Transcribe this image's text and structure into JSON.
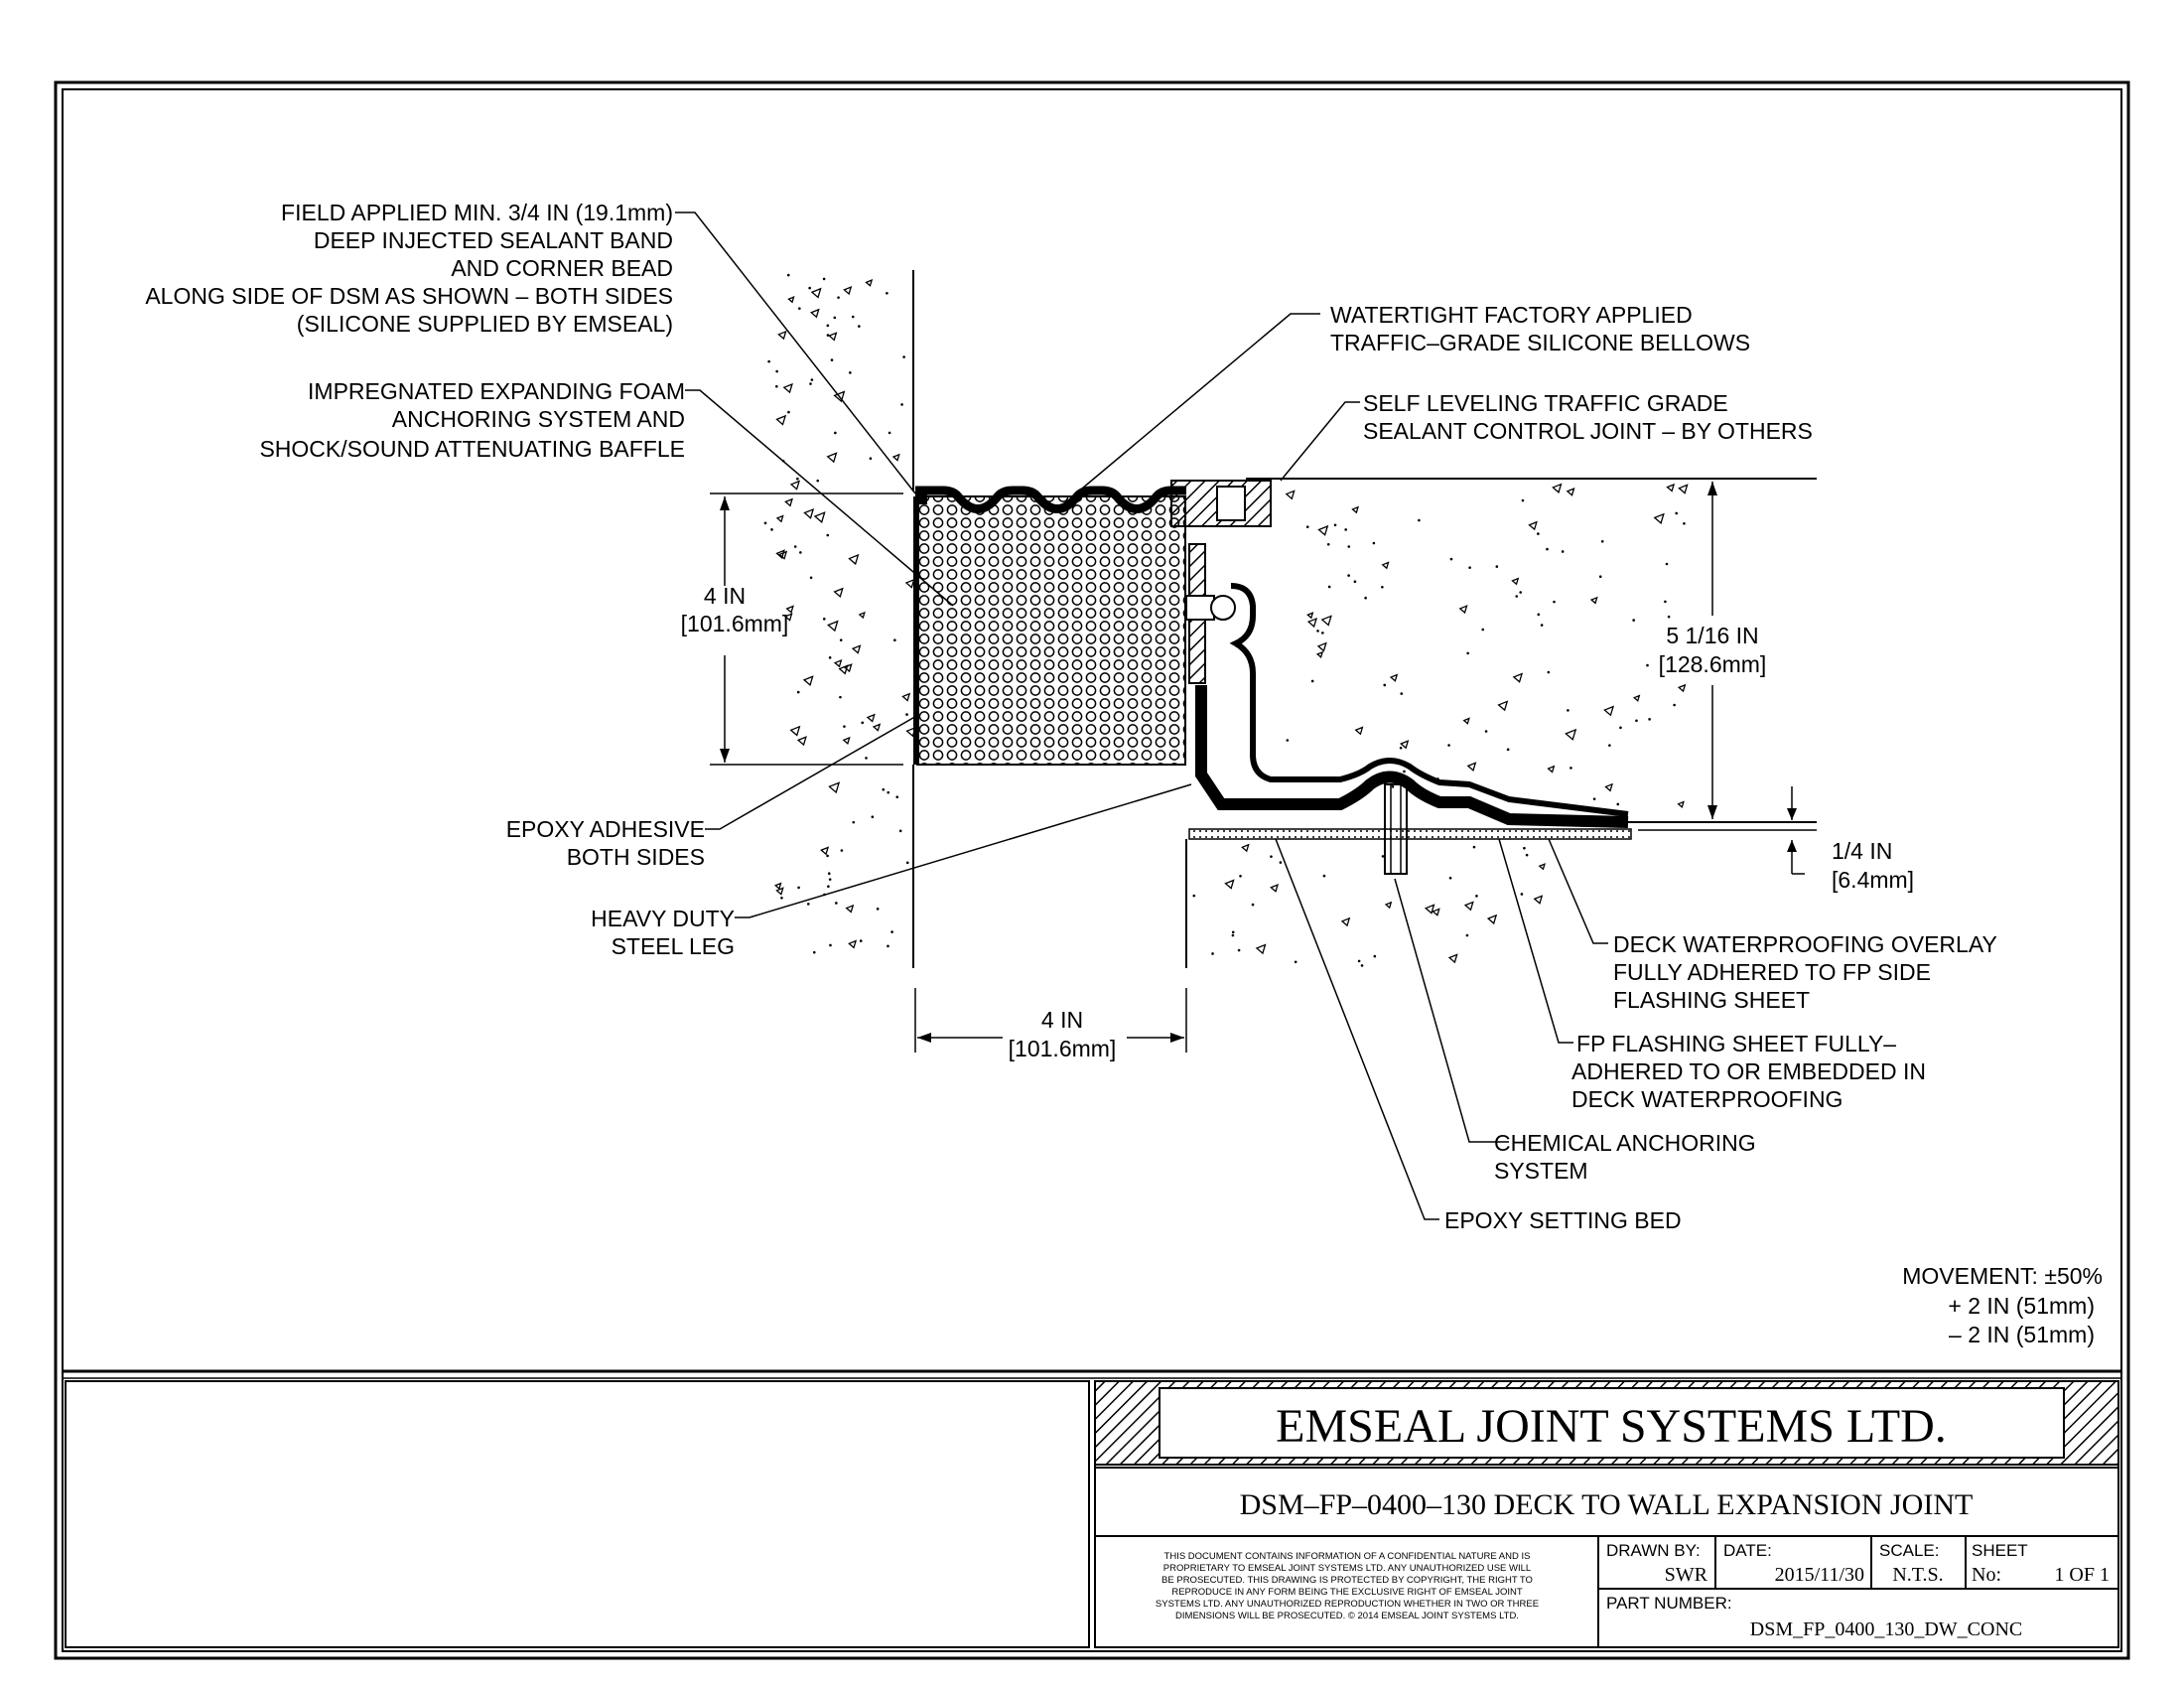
{
  "callouts": {
    "field_applied": [
      "FIELD APPLIED MIN. 3/4 IN (19.1mm)",
      "DEEP INJECTED SEALANT BAND",
      "AND CORNER BEAD",
      "ALONG SIDE OF DSM AS SHOWN – BOTH SIDES",
      "(SILICONE SUPPLIED BY EMSEAL)"
    ],
    "impregnated_foam": [
      "IMPREGNATED EXPANDING FOAM",
      "ANCHORING SYSTEM AND",
      "SHOCK/SOUND ATTENUATING BAFFLE"
    ],
    "epoxy_adhesive": [
      "EPOXY ADHESIVE",
      "BOTH SIDES"
    ],
    "heavy_duty_leg": [
      "HEAVY DUTY",
      "STEEL LEG"
    ],
    "watertight_bellows": [
      "WATERTIGHT FACTORY APPLIED",
      "TRAFFIC–GRADE SILICONE BELLOWS"
    ],
    "self_leveling": [
      "SELF LEVELING TRAFFIC GRADE",
      "SEALANT CONTROL JOINT – BY OTHERS"
    ],
    "deck_waterproofing": [
      "DECK WATERPROOFING OVERLAY",
      "FULLY ADHERED TO FP SIDE",
      "FLASHING SHEET"
    ],
    "fp_flashing": [
      "FP FLASHING SHEET FULLY–",
      "ADHERED TO OR EMBEDDED IN",
      "DECK WATERPROOFING"
    ],
    "chemical_anchoring": [
      "CHEMICAL ANCHORING",
      "SYSTEM"
    ],
    "epoxy_setting_bed": [
      "EPOXY SETTING BED"
    ]
  },
  "dimensions": {
    "depth_left": [
      "4 IN",
      "[101.6mm]"
    ],
    "width_bottom": [
      "4 IN",
      "[101.6mm]"
    ],
    "depth_right": [
      "5 1/16 IN",
      "[128.6mm]"
    ],
    "overlay": [
      "1/4 IN",
      "[6.4mm]"
    ]
  },
  "movement": [
    "MOVEMENT: ±50%",
    "+ 2 IN (51mm)",
    "– 2 IN (51mm)"
  ],
  "title_block": {
    "company": "EMSEAL JOINT SYSTEMS LTD.",
    "drawing_title": "DSM–FP–0400–130 DECK TO WALL EXPANSION JOINT",
    "disclaimer": [
      "THIS DOCUMENT CONTAINS INFORMATION OF A CONFIDENTIAL NATURE AND IS",
      "PROPRIETARY TO EMSEAL JOINT SYSTEMS LTD. ANY UNAUTHORIZED USE WILL",
      "BE PROSECUTED. THIS DRAWING IS PROTECTED BY COPYRIGHT, THE RIGHT TO",
      "REPRODUCE IN ANY FORM BEING THE EXCLUSIVE RIGHT OF EMSEAL JOINT",
      "SYSTEMS LTD. ANY UNAUTHORIZED REPRODUCTION WHETHER IN TWO OR THREE",
      "DIMENSIONS WILL BE PROSECUTED. © 2014 EMSEAL JOINT SYSTEMS LTD."
    ],
    "drawn_by_label": "DRAWN BY:",
    "drawn_by": "SWR",
    "date_label": "DATE:",
    "date": "2015/11/30",
    "scale_label": "SCALE:",
    "scale": "N.T.S.",
    "sheet_label": "SHEET",
    "sheet_no_label": "No:",
    "sheet": "1 OF 1",
    "part_number_label": "PART NUMBER:",
    "part_number": "DSM_FP_0400_130_DW_CONC"
  }
}
